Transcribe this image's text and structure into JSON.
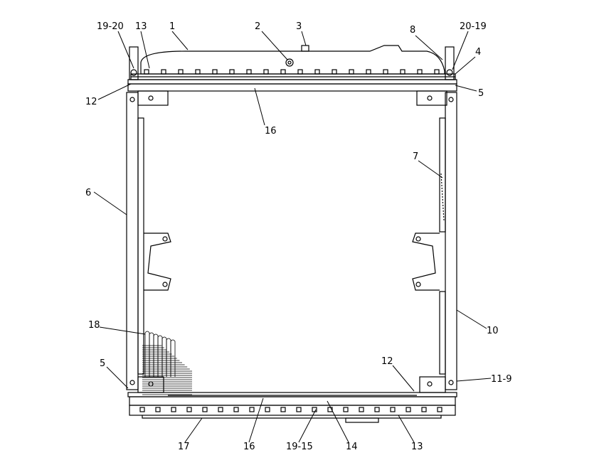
{
  "callouts": {
    "c1920": "19-20",
    "c13top": "13",
    "c1": "1",
    "c2": "2",
    "c3": "3",
    "c8": "8",
    "c2019": "20-19",
    "c4": "4",
    "c12top": "12",
    "c5right": "5",
    "c16top": "16",
    "c7": "7",
    "c6": "6",
    "c10": "10",
    "c18": "18",
    "c5left": "5",
    "c12bot": "12",
    "c119": "11-9",
    "c17": "17",
    "c16bot": "16",
    "c1915": "19-15",
    "c14": "14",
    "c13bot": "13"
  },
  "colors": {
    "line": "#000000",
    "background": "#ffffff"
  }
}
